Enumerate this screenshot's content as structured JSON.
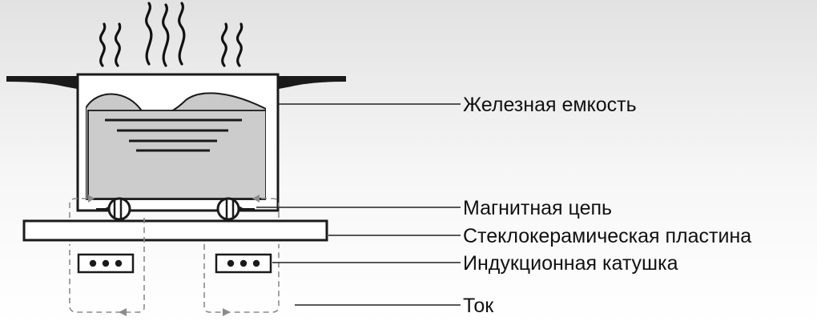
{
  "labels": {
    "container": "Железная емкость",
    "magnetic_circuit": "Магнитная цепь",
    "glass_ceramic_plate": "Стеклокерамическая пластина",
    "induction_coil": "Индукционная катушка",
    "current": "Ток"
  },
  "colors": {
    "stroke": "#1a1a1a",
    "liquid_fill": "#c9c9c9",
    "gradient_top": "#e0e0e0",
    "gradient_bottom": "#ffffff",
    "dashed_loop": "#8c8c8c"
  }
}
